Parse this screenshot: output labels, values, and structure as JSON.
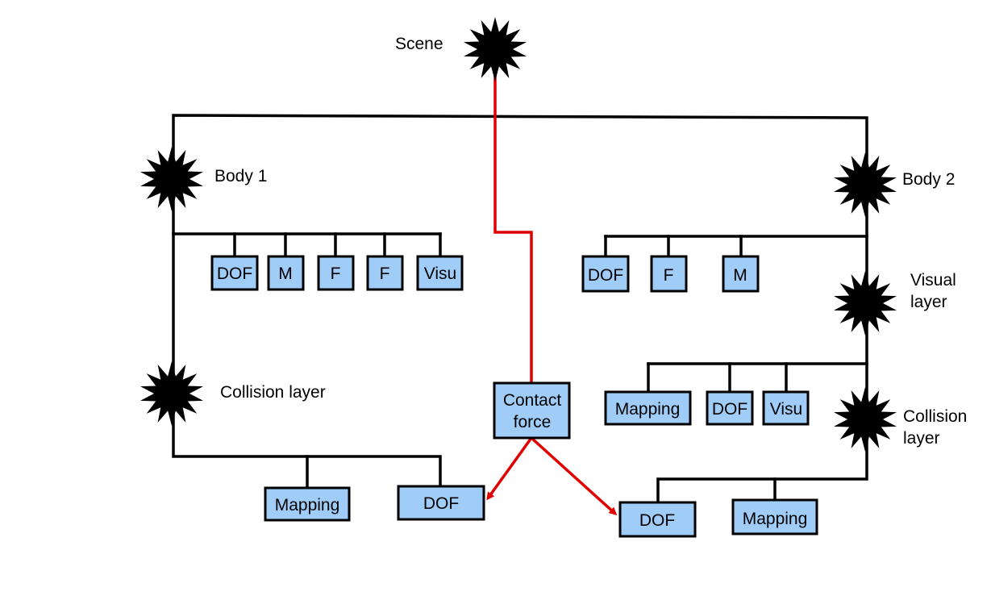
{
  "nodes": {
    "scene": "Scene",
    "body1": "Body 1",
    "body2": "Body 2",
    "collision_left": "Collision layer",
    "visual_right": [
      "Visual",
      "layer"
    ],
    "collision_right": [
      "Collision",
      "layer"
    ]
  },
  "body1_components": [
    "DOF",
    "M",
    "F",
    "F",
    "Visu"
  ],
  "body2_components": [
    "DOF",
    "F",
    "M"
  ],
  "visual_right_components": [
    "Mapping",
    "DOF",
    "Visu"
  ],
  "collision_left_components": [
    "Mapping",
    "DOF"
  ],
  "collision_right_components": [
    "DOF",
    "Mapping"
  ],
  "contact_force": [
    "Contact",
    "force"
  ],
  "colors": {
    "box_fill": "#9fcdf7",
    "contact_path": "#e00000",
    "wires": "#000000"
  }
}
